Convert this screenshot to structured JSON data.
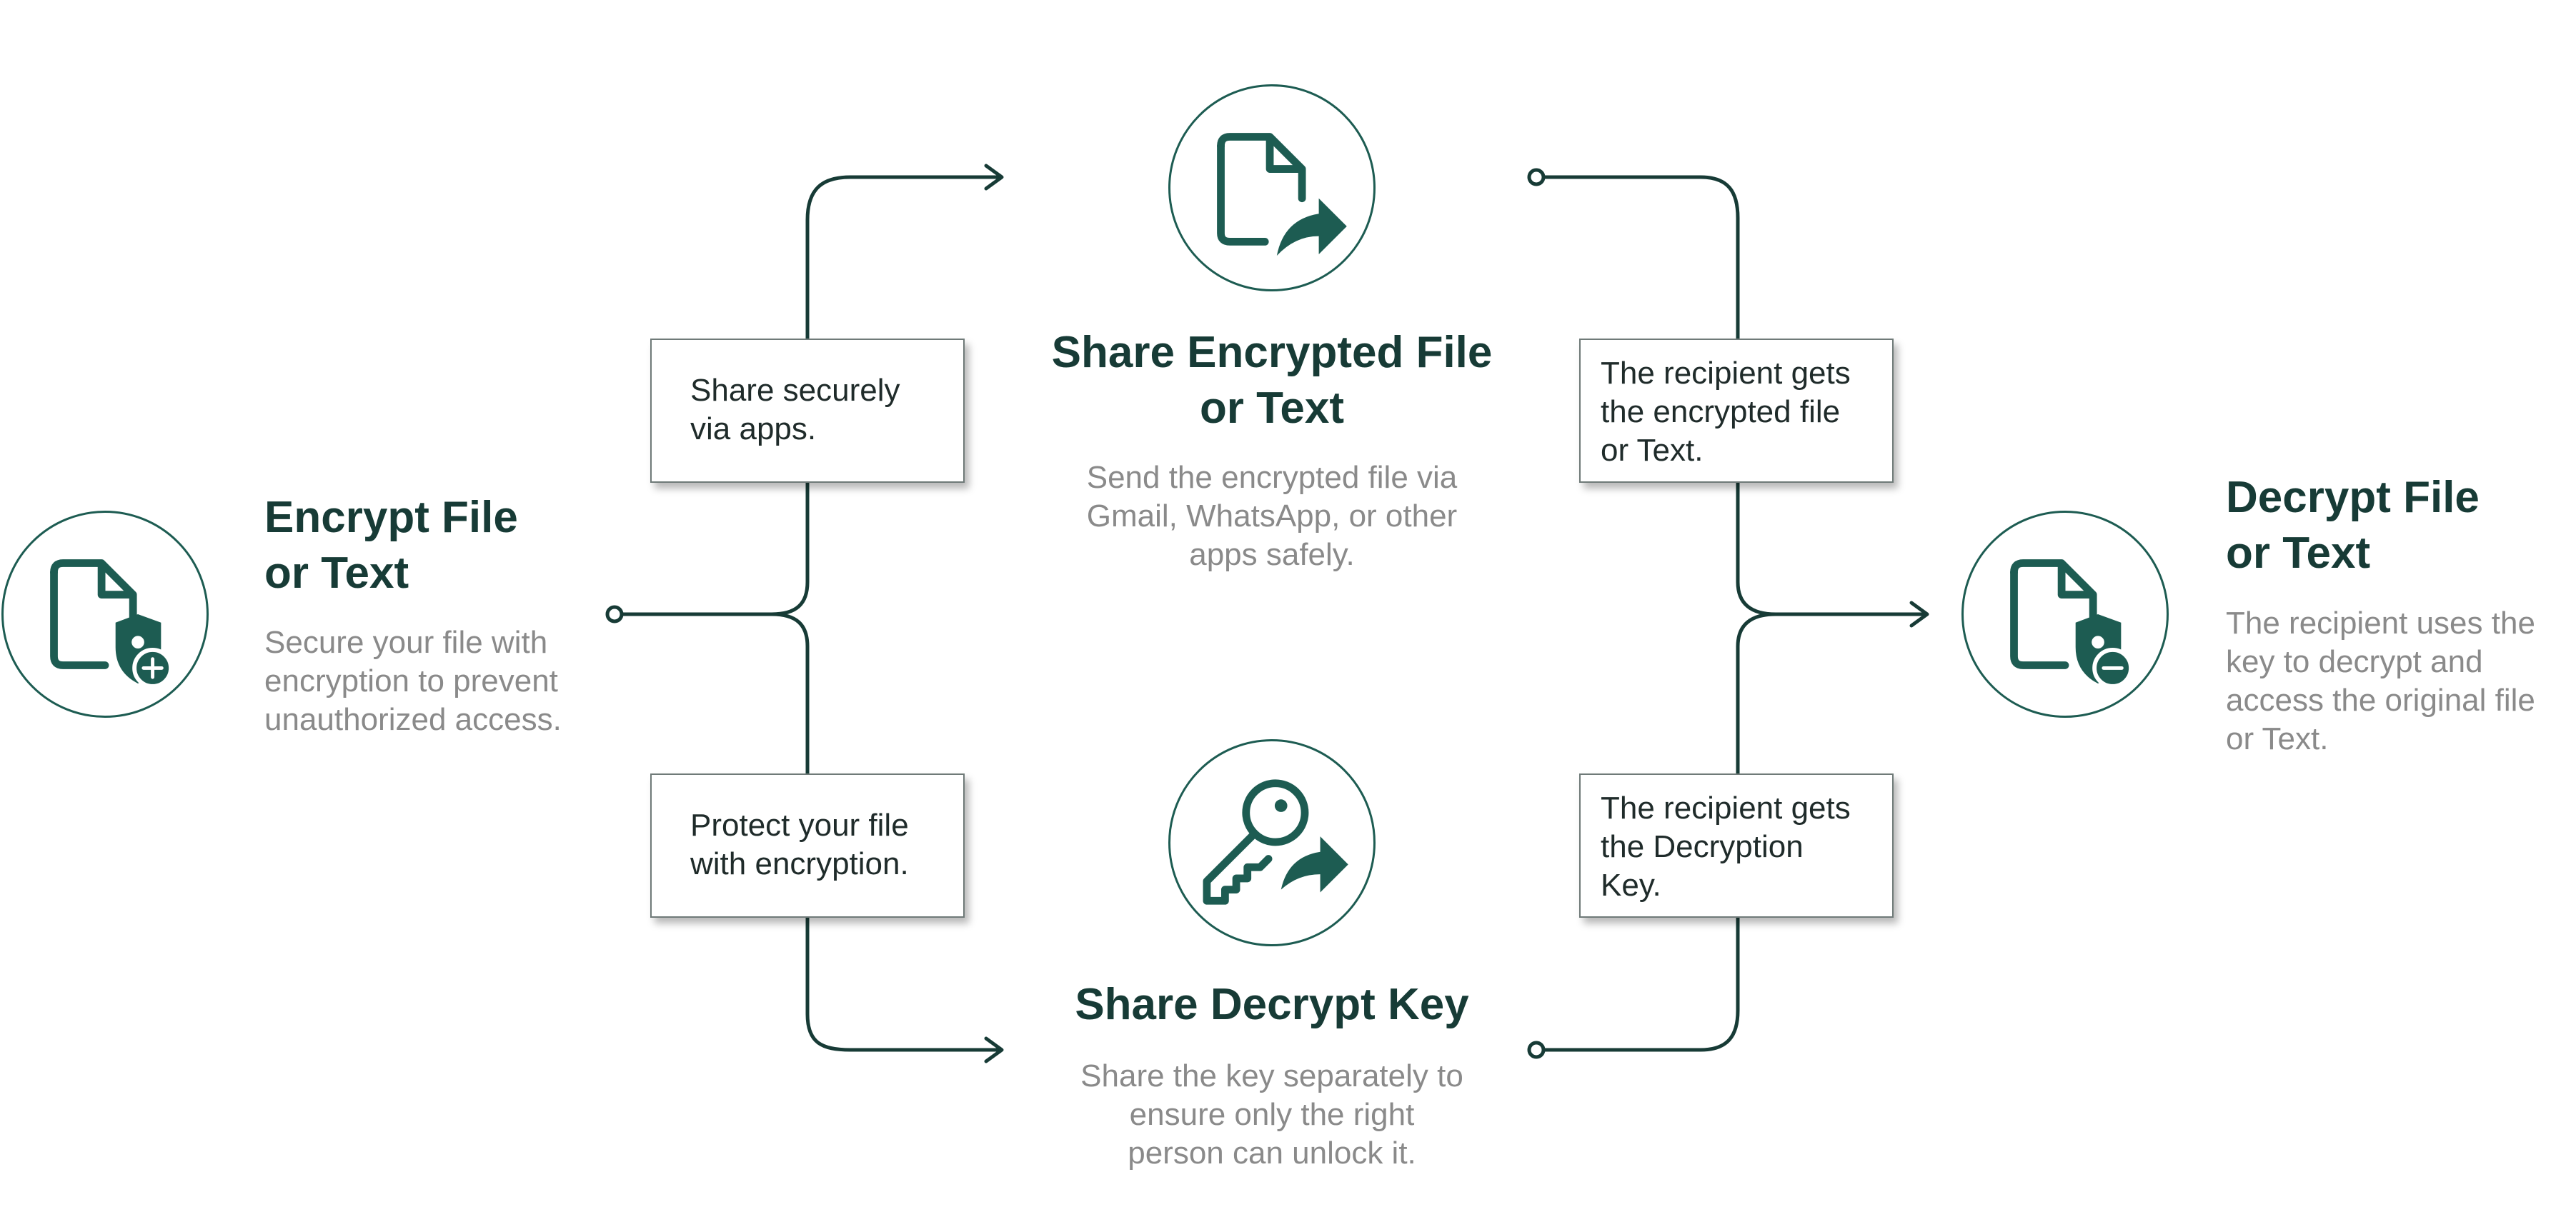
{
  "colors": {
    "accent": "#1d5c52",
    "line": "#173b36",
    "title": "#173b36",
    "description": "#8a8a8a"
  },
  "steps": {
    "encrypt": {
      "icon": "file-shield-plus-icon",
      "title_line1": "Encrypt File",
      "title_line2": "or Text",
      "desc_line1": "Secure your file with",
      "desc_line2": "encryption to prevent",
      "desc_line3": "unauthorized access."
    },
    "share_file": {
      "icon": "file-share-arrow-icon",
      "title_line1": "Share Encrypted File",
      "title_line2": "or Text",
      "desc_line1": "Send the encrypted file via",
      "desc_line2": "Gmail, WhatsApp, or other",
      "desc_line3": "apps safely."
    },
    "share_key": {
      "icon": "key-share-arrow-icon",
      "title_line1": "Share Decrypt Key",
      "desc_line1": "Share the key separately to",
      "desc_line2": "ensure only the right",
      "desc_line3": "person can unlock it."
    },
    "decrypt": {
      "icon": "file-shield-minus-icon",
      "title_line1": "Decrypt File",
      "title_line2": "or Text",
      "desc_line1": "The recipient uses the",
      "desc_line2": "key to decrypt and",
      "desc_line3": "access the original file",
      "desc_line4": "or Text."
    }
  },
  "notes": {
    "share_securely": {
      "line1": "Share securely",
      "line2": "via apps."
    },
    "protect": {
      "line1": "Protect your file",
      "line2": "with encryption."
    },
    "gets_file": {
      "line1": "The recipient gets",
      "line2": "the encrypted file",
      "line3": "or Text."
    },
    "gets_key": {
      "line1": "The recipient gets",
      "line2": "the Decryption",
      "line3": "Key."
    }
  }
}
